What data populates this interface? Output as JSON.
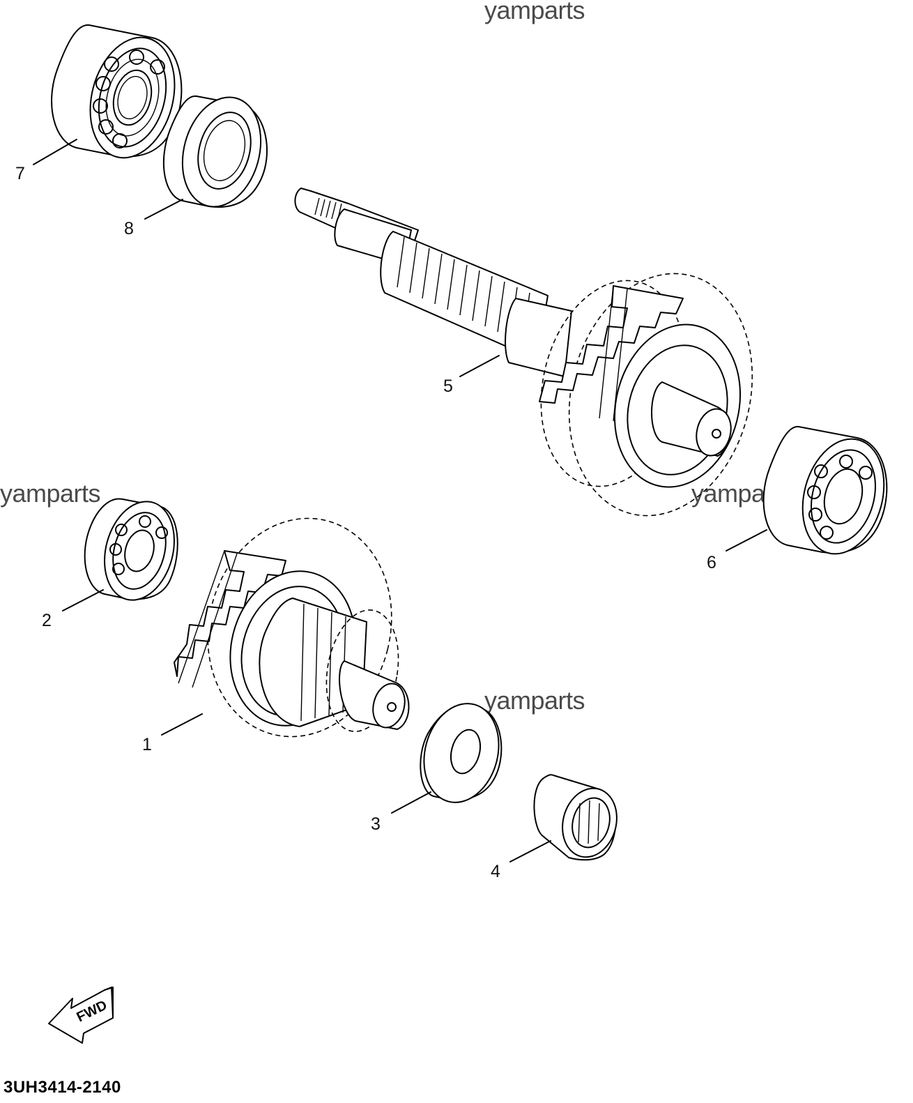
{
  "watermarks": [
    "yamparts",
    "yamparts",
    "yamparts",
    "yamparts"
  ],
  "callouts": [
    "1",
    "2",
    "3",
    "4",
    "5",
    "6",
    "7",
    "8"
  ],
  "fwd_label": "FWD",
  "diagram_code": "3UH3414-2140"
}
